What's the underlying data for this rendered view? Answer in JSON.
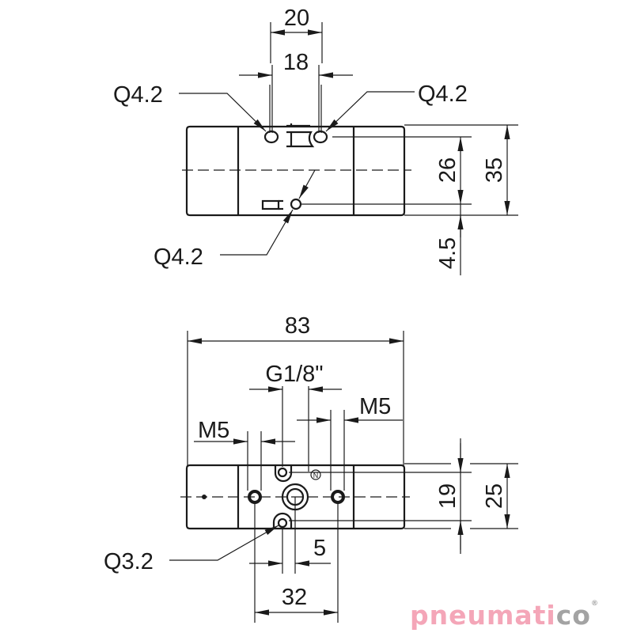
{
  "drawing": {
    "top_view": {
      "dimensions": {
        "width_outer": "20",
        "width_inner": "18",
        "height_inner": "26",
        "height_outer": "35",
        "offset_bottom": "4.5"
      },
      "callouts": {
        "port_left": "Q4.2",
        "port_right": "Q4.2",
        "port_bottom": "Q4.2"
      }
    },
    "side_view": {
      "dimensions": {
        "overall_length": "83",
        "thread_main": "G1/8\"",
        "thread_right": "M5",
        "thread_left": "M5",
        "height_inner": "19",
        "height_outer": "25",
        "offset_small": "5",
        "hole_spacing": "32"
      },
      "callouts": {
        "mount_hole": "Q3.2"
      }
    }
  },
  "brand": {
    "name_main": "pneumati",
    "name_suffix": "co",
    "registered": "®",
    "main_color": "#f4a6b8",
    "suffix_color": "#a3a3a3"
  }
}
